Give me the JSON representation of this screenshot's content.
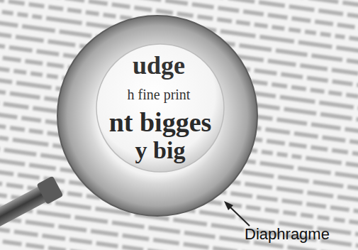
{
  "diagram": {
    "labels": [
      "udge",
      "h fine print",
      "nt bigges",
      "y big",
      "Diaphragme"
    ]
  }
}
